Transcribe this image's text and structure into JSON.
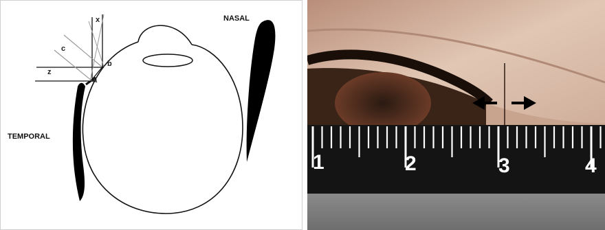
{
  "diagram": {
    "labels": {
      "nasal": "NASAL",
      "temporal": "TEMPORAL",
      "x": "x",
      "b": "b",
      "c": "c",
      "z": "z",
      "a": "a"
    }
  },
  "photo": {
    "ruler_numbers": [
      "1",
      "2",
      "3",
      "4"
    ],
    "colors": {
      "skin": "#d9c0ad",
      "ruler": "#121212",
      "ruler_marks": "#ffffff",
      "background_gray": "#7a7a7a",
      "arrow": "#000000"
    }
  }
}
